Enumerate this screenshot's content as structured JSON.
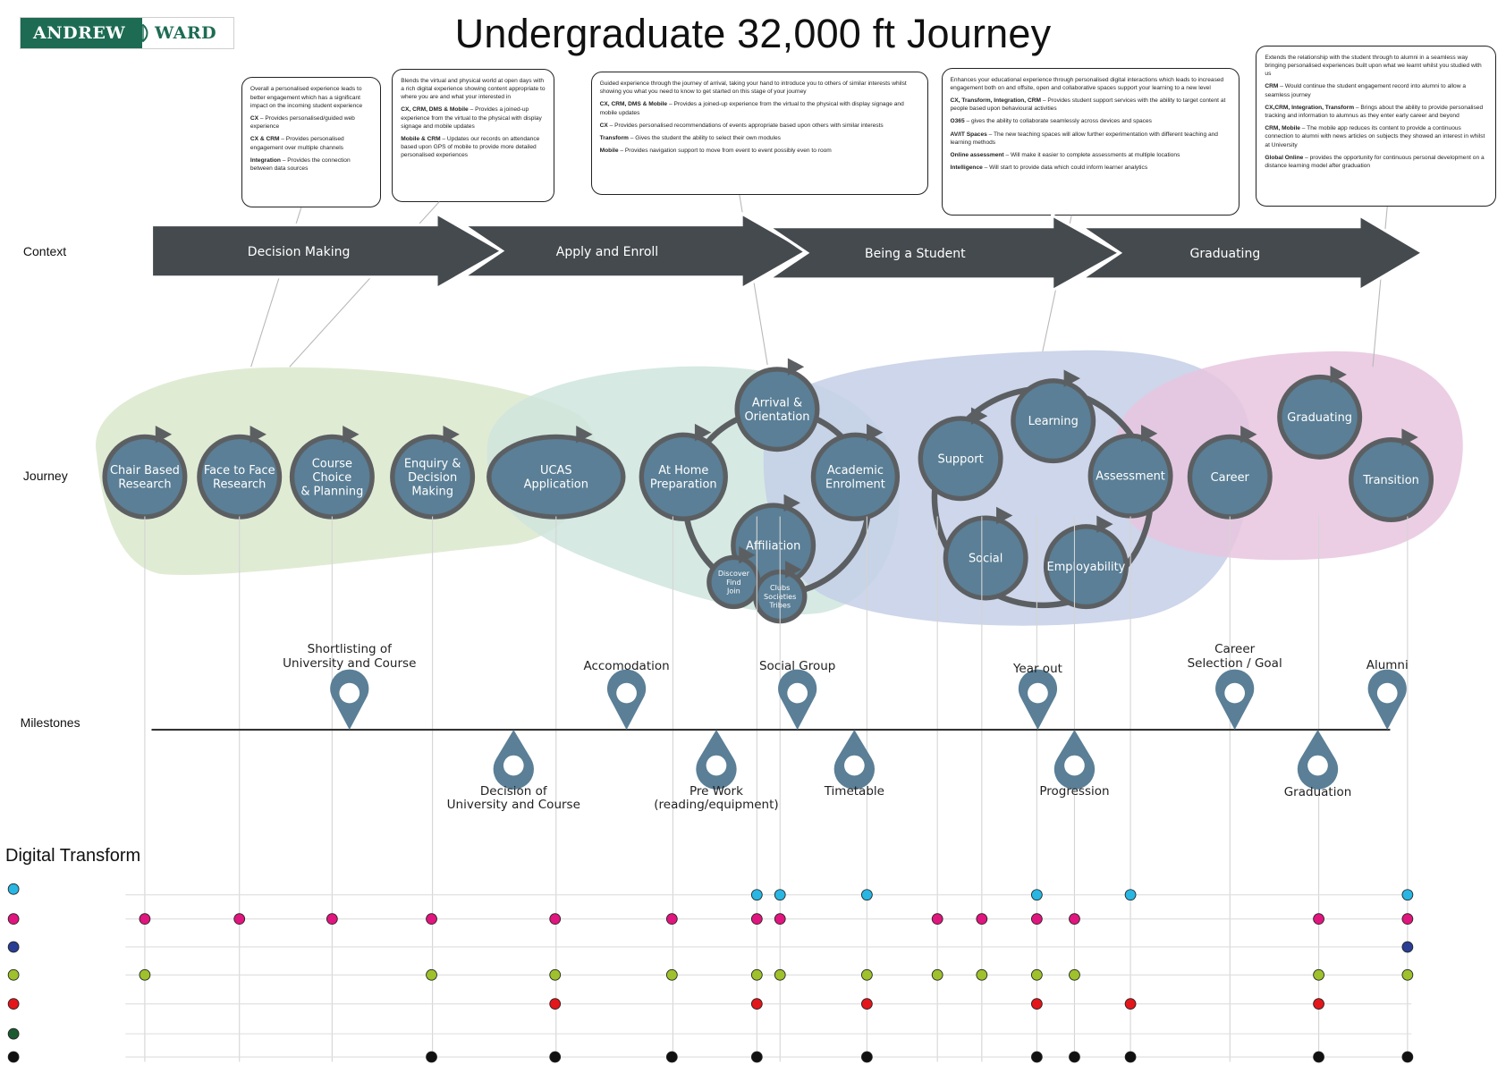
{
  "logo": {
    "left_text": "ANDREW",
    "right_text": "WARD"
  },
  "title": "Undergraduate 32,000 ft Journey",
  "row_labels": {
    "context": "Context",
    "journey": "Journey",
    "milestones": "Milestones",
    "digital": "Digital Transform"
  },
  "callouts": [
    {
      "paras": [
        {
          "lead": "",
          "text": "Overall a personalised experience leads to better engagement which has a significant impact on the incoming student experience"
        },
        {
          "lead": "CX",
          "text": " – Provides personalised/guided web experience"
        },
        {
          "lead": "CX & CRM",
          "text": " – Provides personalised engagement over multiple channels"
        },
        {
          "lead": "Integration",
          "text": " – Provides the connection between data sources"
        }
      ]
    },
    {
      "paras": [
        {
          "lead": "",
          "text": "Blends the virtual and physical world at open days with a rich digital experience showing content appropriate to where you are and what your interested in"
        },
        {
          "lead": "CX, CRM, DMS & Mobile",
          "text": " – Provides a joined-up experience from the virtual to the physical with display signage and mobile updates"
        },
        {
          "lead": "Mobile & CRM",
          "text": " – Updates our records on attendance based upon GPS of mobile to provide more detailed personalised experiences"
        }
      ]
    },
    {
      "paras": [
        {
          "lead": "",
          "text": "Guided experience through the journey of arrival, taking your hand to introduce you to others of similar interests whilst showing you what you need to know to get started on this stage of your journey"
        },
        {
          "lead": "CX, CRM, DMS & Mobile",
          "text": " – Provides a joined-up experience from the virtual to the physical with display signage and mobile updates"
        },
        {
          "lead": "CX",
          "text": " – Provides personalised recommendations of events appropriate based upon others with similar interests"
        },
        {
          "lead": "Transform",
          "text": " – Gives the student the ability to select their own modules"
        },
        {
          "lead": "Mobile",
          "text": " – Provides navigation support to move from event to event possibly even to room"
        }
      ]
    },
    {
      "paras": [
        {
          "lead": "",
          "text": "Enhances your educational experience through personalised digital interactions which leads to increased engagement both on and offsite, open and collaborative spaces support your learning to a new level"
        },
        {
          "lead": "CX, Transform, Integration, CRM",
          "text": " – Provides student support services with the ability to target content at people based upon behavioural activities"
        },
        {
          "lead": "O365",
          "text": " – gives the ability to collaborate seamlessly across devices and spaces"
        },
        {
          "lead": "AV/IT Spaces",
          "text": " – The new teaching spaces will allow further experimentation with different teaching and learning methods"
        },
        {
          "lead": "Online assessment",
          "text": " – Will make it easier to complete assessments at multiple locations"
        },
        {
          "lead": "Intelligence",
          "text": " – Will start to provide data which could inform learner analytics"
        }
      ]
    },
    {
      "paras": [
        {
          "lead": "",
          "text": "Extends the relationship with the student through to alumni in a seamless way bringing personalised experiences built upon what we learnt whilst you studied with us"
        },
        {
          "lead": "CRM",
          "text": " – Would continue the student engagement record into alumni to allow a seamless journey"
        },
        {
          "lead": "CX,CRM, Integration, Transform",
          "text": " – Brings about the ability to provide personalised tracking and information to alumnus as they enter early career and beyond"
        },
        {
          "lead": "CRM, Mobile",
          "text": " – The mobile app reduces its content to provide a continuous connection to alumni with news articles on subjects they showed an interest in whilst at University"
        },
        {
          "lead": "Global Online",
          "text": " – provides the opportunity for continuous personal development on a distance learning model after graduation"
        }
      ]
    }
  ],
  "phases": [
    "Decision Making",
    "Apply and Enroll",
    "Being a Student",
    "Graduating"
  ],
  "journey_nodes": [
    [
      "Chair Based",
      "Research"
    ],
    [
      "Face to Face",
      "Research"
    ],
    [
      "Course",
      "Choice",
      "& Planning"
    ],
    [
      "Enquiry &",
      "Decision",
      "Making"
    ],
    [
      "UCAS",
      "Application"
    ],
    [
      "At Home",
      "Preparation"
    ],
    [
      "Arrival &",
      "Orientation"
    ],
    [
      "Academic",
      "Enrolment"
    ],
    [
      "Affiliation"
    ],
    [
      "Discover",
      "Find",
      "Join"
    ],
    [
      "Clubs",
      "Societies",
      "Tribes"
    ],
    [
      "Support"
    ],
    [
      "Learning"
    ],
    [
      "Assessment"
    ],
    [
      "Social"
    ],
    [
      "Employability"
    ],
    [
      "Career"
    ],
    [
      "Graduating"
    ],
    [
      "Transition"
    ]
  ],
  "milestones_top": [
    {
      "lines": [
        "Shortlisting of",
        "University and Course"
      ]
    },
    {
      "lines": [
        "Accomodation"
      ]
    },
    {
      "lines": [
        "Social Group"
      ]
    },
    {
      "lines": [
        "Year out"
      ]
    },
    {
      "lines": [
        "Career",
        "Selection / Goal"
      ]
    },
    {
      "lines": [
        "Alumni"
      ]
    }
  ],
  "milestones_bottom": [
    {
      "lines": [
        "Decision of",
        "University and Course"
      ]
    },
    {
      "lines": [
        "Pre Work",
        "(reading/equipment)"
      ]
    },
    {
      "lines": [
        "Timetable"
      ]
    },
    {
      "lines": [
        "Progression"
      ]
    },
    {
      "lines": [
        "Graduation"
      ]
    }
  ],
  "digital_rows": [
    {
      "color": "#29b6e3"
    },
    {
      "color": "#e0157e"
    },
    {
      "color": "#2a3f93"
    },
    {
      "color": "#9ec12c"
    },
    {
      "color": "#e3161b"
    },
    {
      "color": "#1c5a32"
    },
    {
      "color": "#111111"
    }
  ],
  "colors": {
    "arrow": "#454a4e",
    "node_fill": "#5a7f96",
    "node_ring": "#5c5f62",
    "blob_green": "#dbe8cd",
    "blob_teal": "#cfe5dd",
    "blob_blue": "#c4cfe6",
    "blob_pink": "#e7c6df",
    "pin": "#5a7f96",
    "brand": "#1d6b53"
  }
}
